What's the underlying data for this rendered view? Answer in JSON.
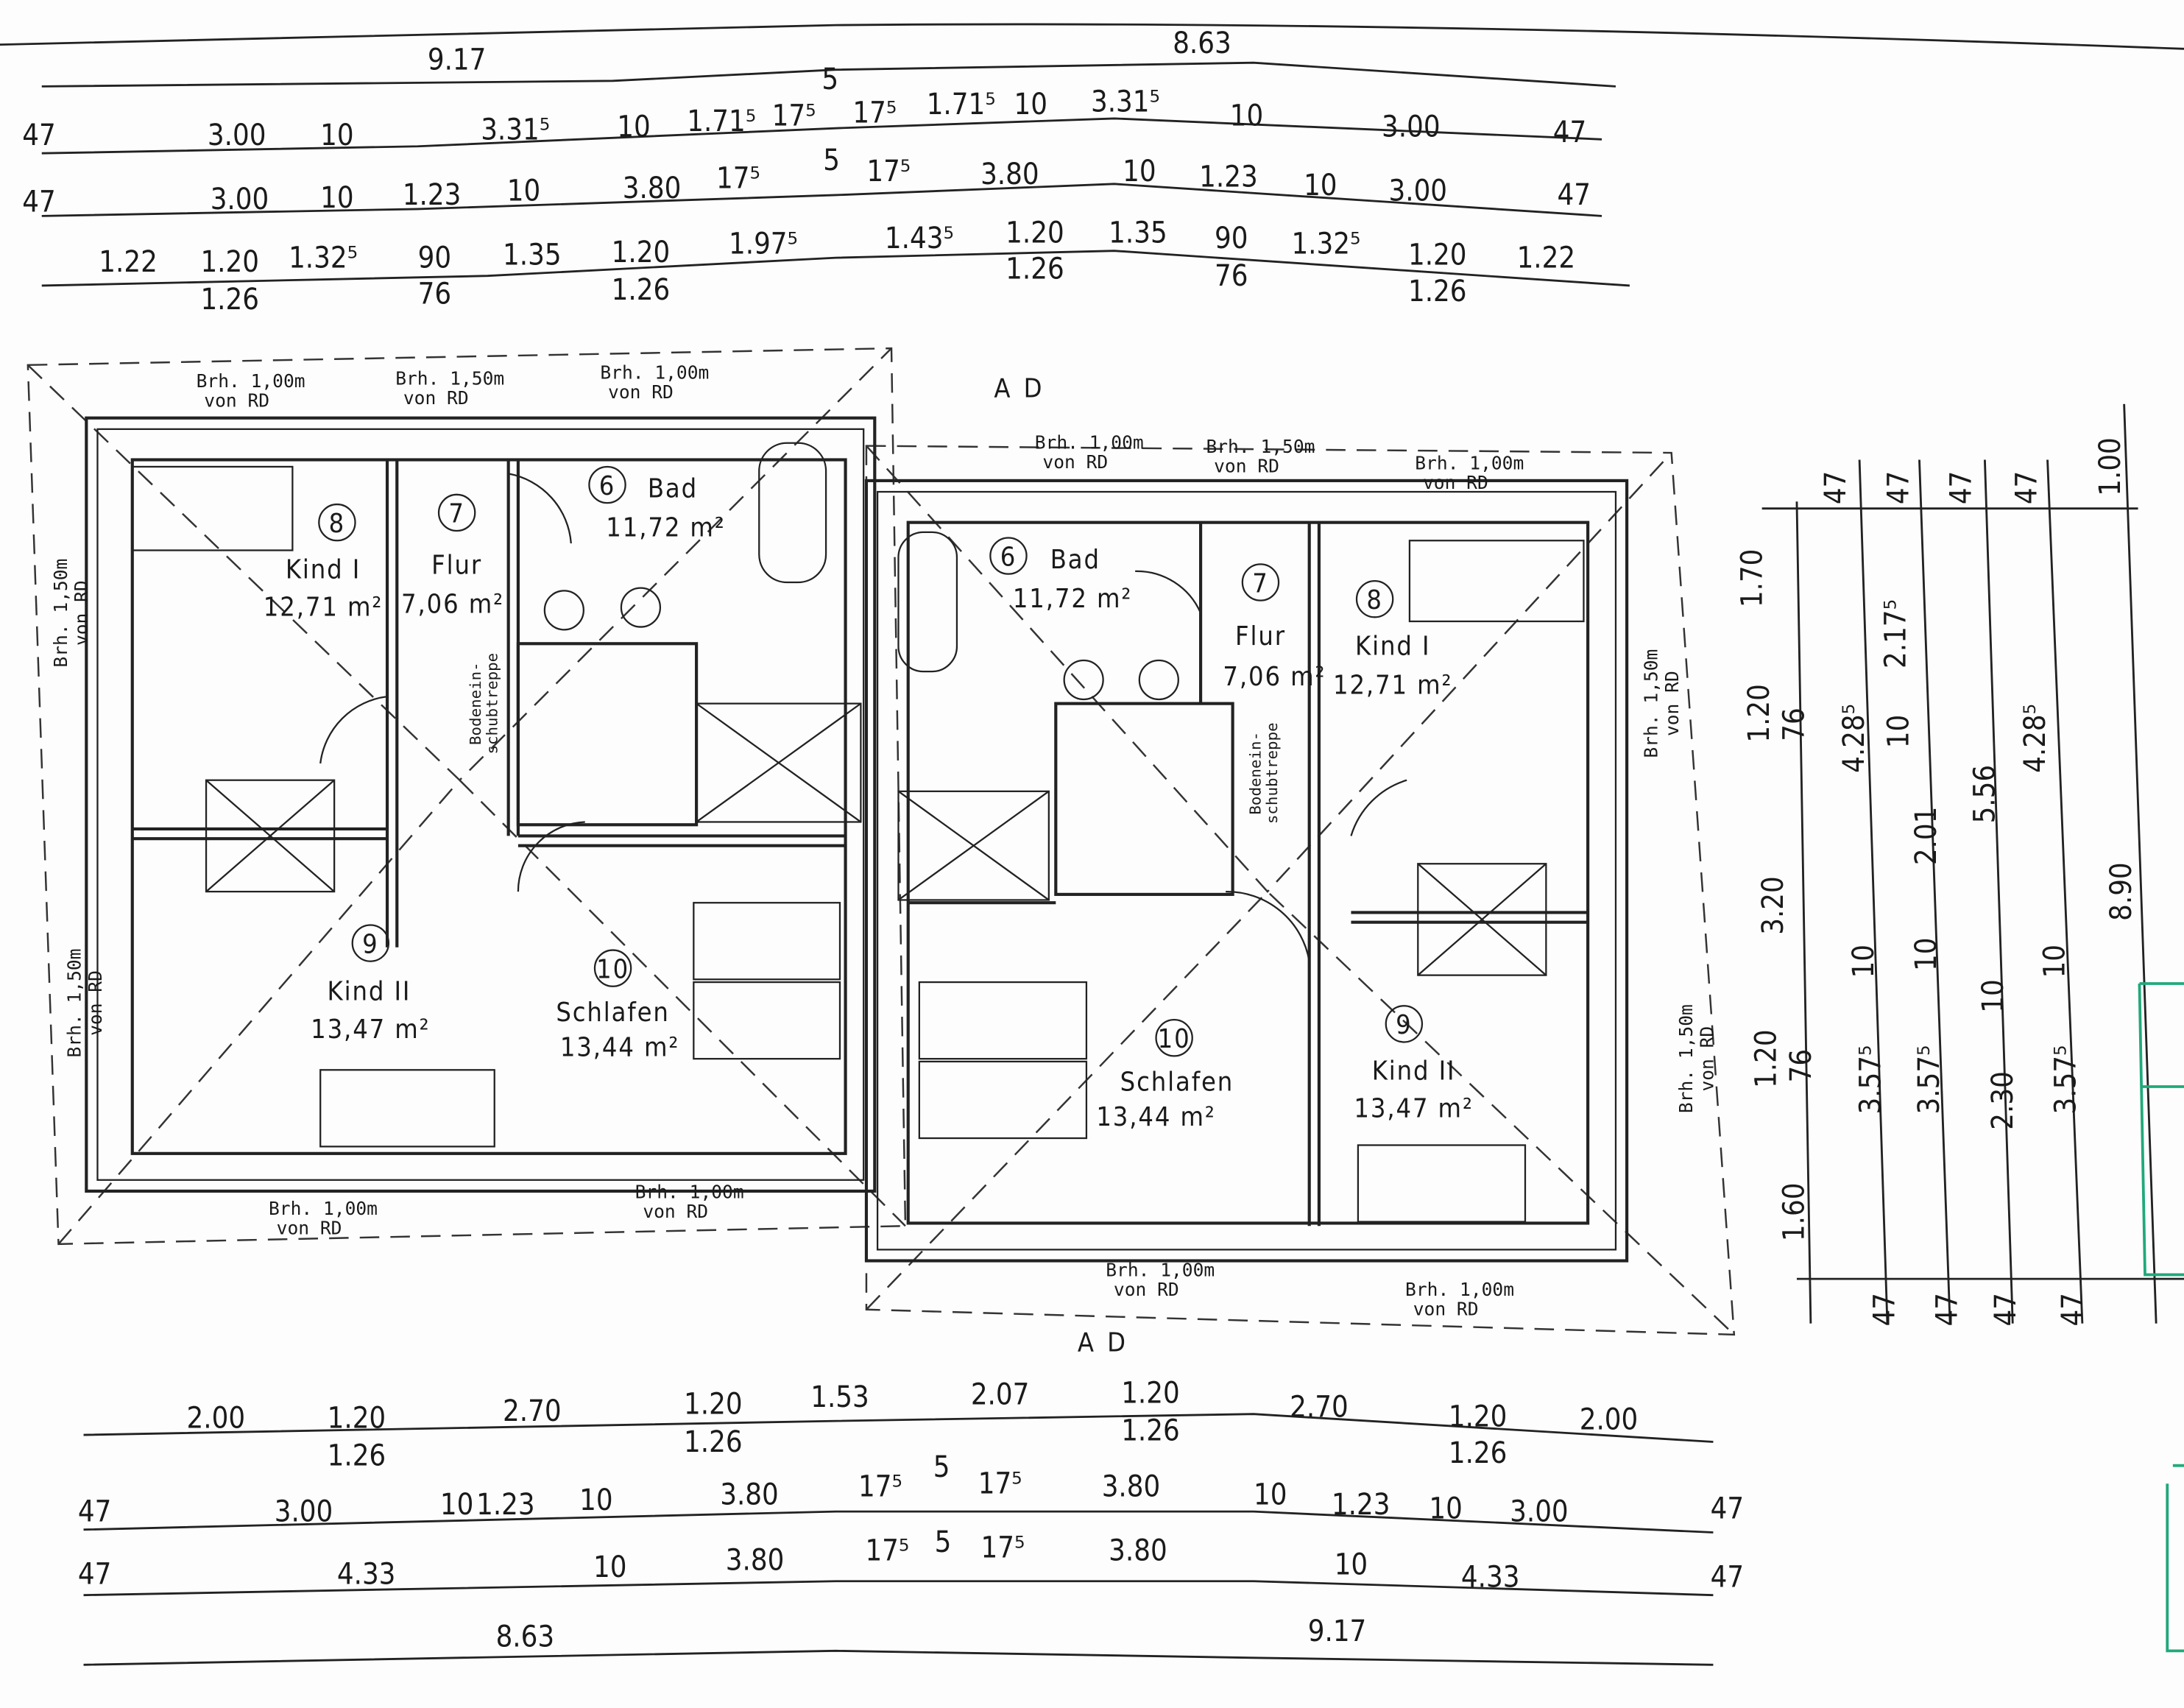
{
  "dimensions": {
    "top_overall": [
      "9.17",
      "8.63"
    ],
    "top_row1": [
      "47",
      "3.00",
      "10",
      "3.31⁵",
      "10",
      "1.71⁵",
      "17⁵",
      "5",
      "17⁵",
      "1.71⁵",
      "10",
      "3.31⁵",
      "10",
      "3.00",
      "47"
    ],
    "top_row2": [
      "47",
      "3.00",
      "10",
      "1.23",
      "10",
      "3.80",
      "17⁵",
      "5",
      "17⁵",
      "3.80",
      "10",
      "1.23",
      "10",
      "3.00",
      "47"
    ],
    "top_row3": [
      "1.22",
      "1.20",
      "1.26",
      "1.32⁵",
      "90",
      "76",
      "1.35",
      "1.20",
      "1.26",
      "1.97⁵",
      "1.43⁵",
      "1.20",
      "1.26",
      "1.35",
      "90",
      "76",
      "1.32⁵",
      "1.20",
      "1.26",
      "1.22"
    ],
    "bottom_row1": [
      "2.00",
      "1.20",
      "1.26",
      "2.70",
      "1.20",
      "1.26",
      "1.53",
      "2.07",
      "1.20",
      "1.26",
      "2.70",
      "1.20",
      "1.26",
      "2.00"
    ],
    "bottom_row2": [
      "47",
      "3.00",
      "10",
      "1.23",
      "10",
      "3.80",
      "17⁵",
      "5",
      "17⁵",
      "3.80",
      "10",
      "1.23",
      "10",
      "3.00",
      "47"
    ],
    "bottom_row3": [
      "47",
      "4.33",
      "10",
      "3.80",
      "17⁵",
      "5",
      "17⁵",
      "3.80",
      "10",
      "4.33",
      "47"
    ],
    "bottom_overall": [
      "8.63",
      "9.17"
    ],
    "right_col1": [
      "1.70",
      "1.20",
      "76",
      "3.20",
      "1.20",
      "76",
      "1.60"
    ],
    "right_col2": [
      "47",
      "4.28⁵",
      "10",
      "3.57⁵",
      "47"
    ],
    "right_col3": [
      "47",
      "2.17⁵",
      "10",
      "2.01",
      "10",
      "3.57⁵",
      "47"
    ],
    "right_col4": [
      "47",
      "5.56",
      "10",
      "2.30",
      "47"
    ],
    "right_col5": [
      "47",
      "4.28⁵",
      "10",
      "3.57⁵",
      "47"
    ],
    "right_col6": [
      "1.00",
      "8.90"
    ]
  },
  "rooms": [
    {
      "num": "8",
      "name": "Kind I",
      "area": "12,71 m²"
    },
    {
      "num": "7",
      "name": "Flur",
      "area": "7,06 m²"
    },
    {
      "num": "6",
      "name": "Bad",
      "area": "11,72 m²"
    },
    {
      "num": "9",
      "name": "Kind II",
      "area": "13,47 m²"
    },
    {
      "num": "10",
      "name": "Schlafen",
      "area": "13,44 m²"
    },
    {
      "num": "6",
      "name": "Bad",
      "area": "11,72 m²"
    },
    {
      "num": "7",
      "name": "Flur",
      "area": "7,06 m²"
    },
    {
      "num": "8",
      "name": "Kind I",
      "area": "12,71 m²"
    },
    {
      "num": "10",
      "name": "Schlafen",
      "area": "13,44 m²"
    },
    {
      "num": "9",
      "name": "Kind II",
      "area": "13,47 m²"
    }
  ],
  "windows": [
    {
      "sill": "Brh. 1,00m",
      "ref": "von RD"
    },
    {
      "sill": "Brh. 1,50m",
      "ref": "von RD"
    },
    {
      "sill": "Brh. 1,00m",
      "ref": "von RD"
    },
    {
      "sill": "Brh. 1,50m",
      "ref": "von RD"
    },
    {
      "sill": "Brh. 1,50m",
      "ref": "von RD"
    },
    {
      "sill": "Brh. 1,00m",
      "ref": "von RD"
    },
    {
      "sill": "Brh. 1,00m",
      "ref": "von RD"
    },
    {
      "sill": "Brh. 1,00m",
      "ref": "von RD"
    },
    {
      "sill": "Brh. 1,50m",
      "ref": "von RD"
    },
    {
      "sill": "Brh. 1,00m",
      "ref": "von RD"
    },
    {
      "sill": "Brh. 1,50m",
      "ref": "von RD"
    },
    {
      "sill": "Brh. 1,50m",
      "ref": "von RD"
    },
    {
      "sill": "Brh. 1,00m",
      "ref": "von RD"
    },
    {
      "sill": "Brh. 1,00m",
      "ref": "von RD"
    }
  ],
  "stairs": [
    {
      "line1": "Bodenein-",
      "line2": "schubtreppe"
    },
    {
      "line1": "Bodenein-",
      "line2": "schubtreppe"
    }
  ],
  "section_markers": [
    {
      "left": "A",
      "right": "D"
    },
    {
      "left": "A",
      "right": "D"
    }
  ],
  "colors": {
    "ink": "#1a1a1a",
    "stamp": "#21a97a"
  }
}
